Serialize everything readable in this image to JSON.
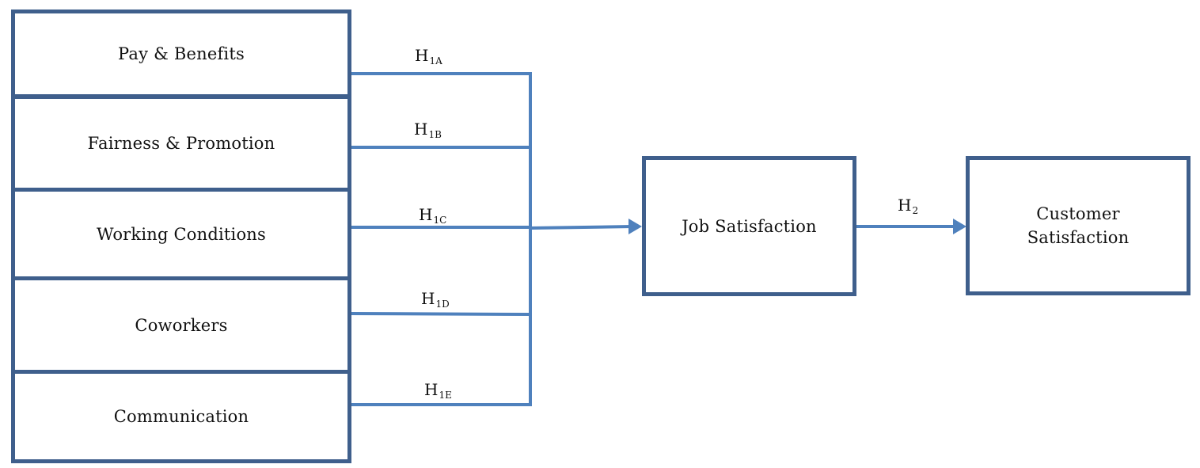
{
  "diagram": {
    "factors": [
      {
        "label": "Pay & Benefits"
      },
      {
        "label": "Fairness & Promotion"
      },
      {
        "label": "Working Conditions"
      },
      {
        "label": "Coworkers"
      },
      {
        "label": "Communication"
      }
    ],
    "hypotheses": [
      {
        "main": "H",
        "sub": "1A"
      },
      {
        "main": "H",
        "sub": "1B"
      },
      {
        "main": "H",
        "sub": "1C"
      },
      {
        "main": "H",
        "sub": "1D"
      },
      {
        "main": "H",
        "sub": "1E"
      },
      {
        "main": "H",
        "sub": "2"
      }
    ],
    "job_satisfaction": {
      "label": "Job Satisfaction"
    },
    "customer_satisfaction": {
      "line1": "Customer",
      "line2": "Satisfaction"
    },
    "colors": {
      "box_border": "#3f5f8c",
      "connector": "#4f81bd"
    }
  }
}
